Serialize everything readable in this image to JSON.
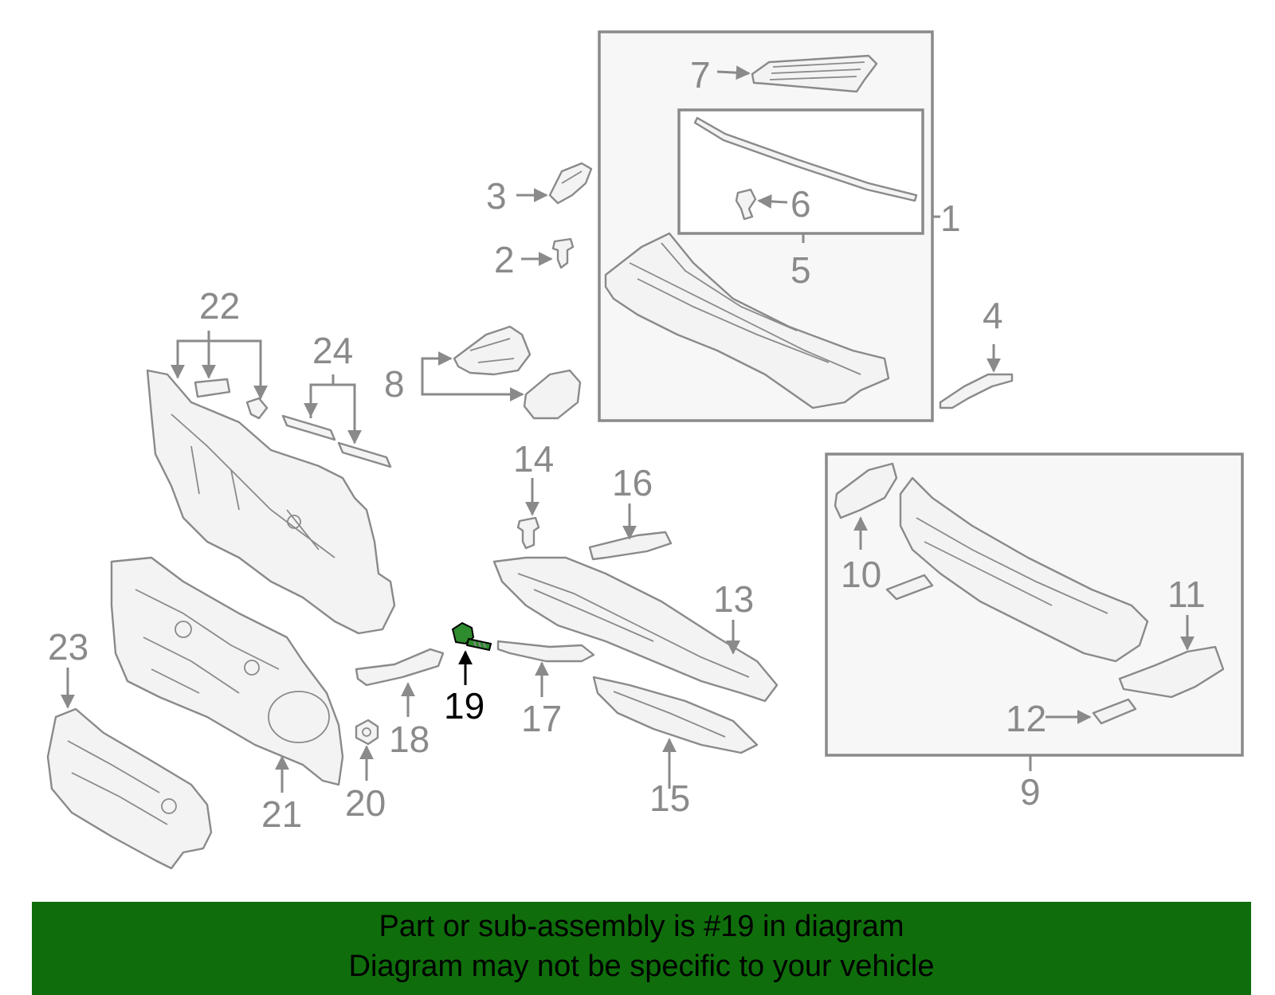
{
  "diagram": {
    "callouts": [
      {
        "id": "1",
        "label": "1"
      },
      {
        "id": "2",
        "label": "2"
      },
      {
        "id": "3",
        "label": "3"
      },
      {
        "id": "4",
        "label": "4"
      },
      {
        "id": "5",
        "label": "5"
      },
      {
        "id": "6",
        "label": "6"
      },
      {
        "id": "7",
        "label": "7"
      },
      {
        "id": "8",
        "label": "8"
      },
      {
        "id": "9",
        "label": "9"
      },
      {
        "id": "10",
        "label": "10"
      },
      {
        "id": "11",
        "label": "11"
      },
      {
        "id": "12",
        "label": "12"
      },
      {
        "id": "13",
        "label": "13"
      },
      {
        "id": "14",
        "label": "14"
      },
      {
        "id": "15",
        "label": "15"
      },
      {
        "id": "16",
        "label": "16"
      },
      {
        "id": "17",
        "label": "17"
      },
      {
        "id": "18",
        "label": "18"
      },
      {
        "id": "19",
        "label": "19"
      },
      {
        "id": "20",
        "label": "20"
      },
      {
        "id": "21",
        "label": "21"
      },
      {
        "id": "22",
        "label": "22"
      },
      {
        "id": "23",
        "label": "23"
      },
      {
        "id": "24",
        "label": "24"
      }
    ],
    "highlighted_part": "19",
    "colors": {
      "line": "#8a8a8a",
      "highlight_part": "#2e8b2e",
      "banner": "#0f6e0b",
      "text": "#000000"
    }
  },
  "banner": {
    "line1": "Part or sub-assembly is #19 in diagram",
    "line2": "Diagram may not be specific to your vehicle"
  }
}
